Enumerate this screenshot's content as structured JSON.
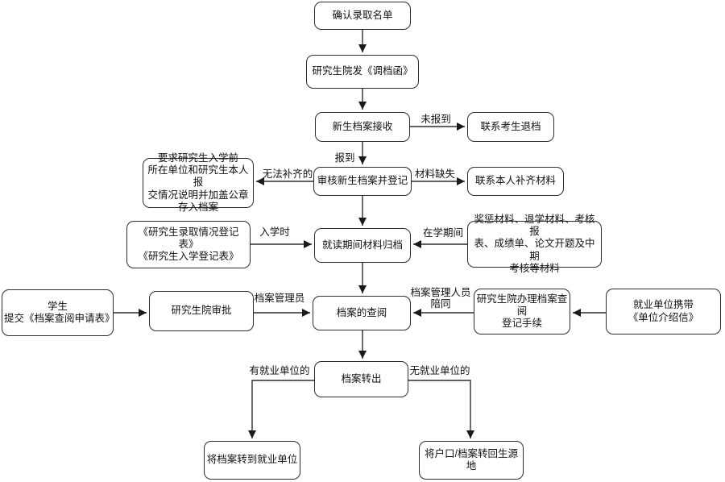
{
  "diagram": {
    "type": "flowchart",
    "subject": "研究生档案管理流程",
    "colors": {
      "background": "#ffffff",
      "node_fill": "#ffffff",
      "node_border": "#2d2d2d",
      "line": "#2d2d2d",
      "text": "#111111"
    },
    "nodes": {
      "confirm_admission_list": "确认录取名单",
      "issue_transfer_letter": "研究生院发《调档函》",
      "receive_new_archives": "新生档案接收",
      "contact_candidate_withdraw": "联系考生退档",
      "review_and_register": "审核新生档案并登记",
      "require_statement": "要求研究生入学前\n所在单位和研究生本人报\n交情况说明并加盖公章\n存入档案",
      "contact_complete_materials": "联系本人补齐材料",
      "enrollment_forms": "《研究生录取情况登记表》\n《研究生入学登记表》",
      "archive_during_study": "就读期间材料归档",
      "study_materials": "奖惩材料、退学材料、考核报\n表、成绩单、论文开题及中期\n考核等材料",
      "student_submit": "学生\n提交《档案查阅申请表》",
      "grad_school_approval": "研究生院审批",
      "archive_access": "档案的查阅",
      "register_procedure": "研究生院办理档案查阅\n登记手续",
      "employer_letter": "就业单位携带\n《单位介绍信》",
      "transfer_out": "档案转出",
      "to_employer": "将档案转到就业单位",
      "to_hometown": "将户口/档案转回生源地"
    },
    "edge_labels": {
      "not_reported": "未报到",
      "reported": "报到",
      "cannot_complete": "无法补齐的",
      "missing_materials": "材料缺失",
      "at_enrollment": "入学时",
      "during_study": "在学期间",
      "archive_manager": "档案管理员",
      "staff_accompany": "档案管理人员\n陪同",
      "has_employer": "有就业单位的",
      "no_employer": "无就业单位的"
    }
  }
}
